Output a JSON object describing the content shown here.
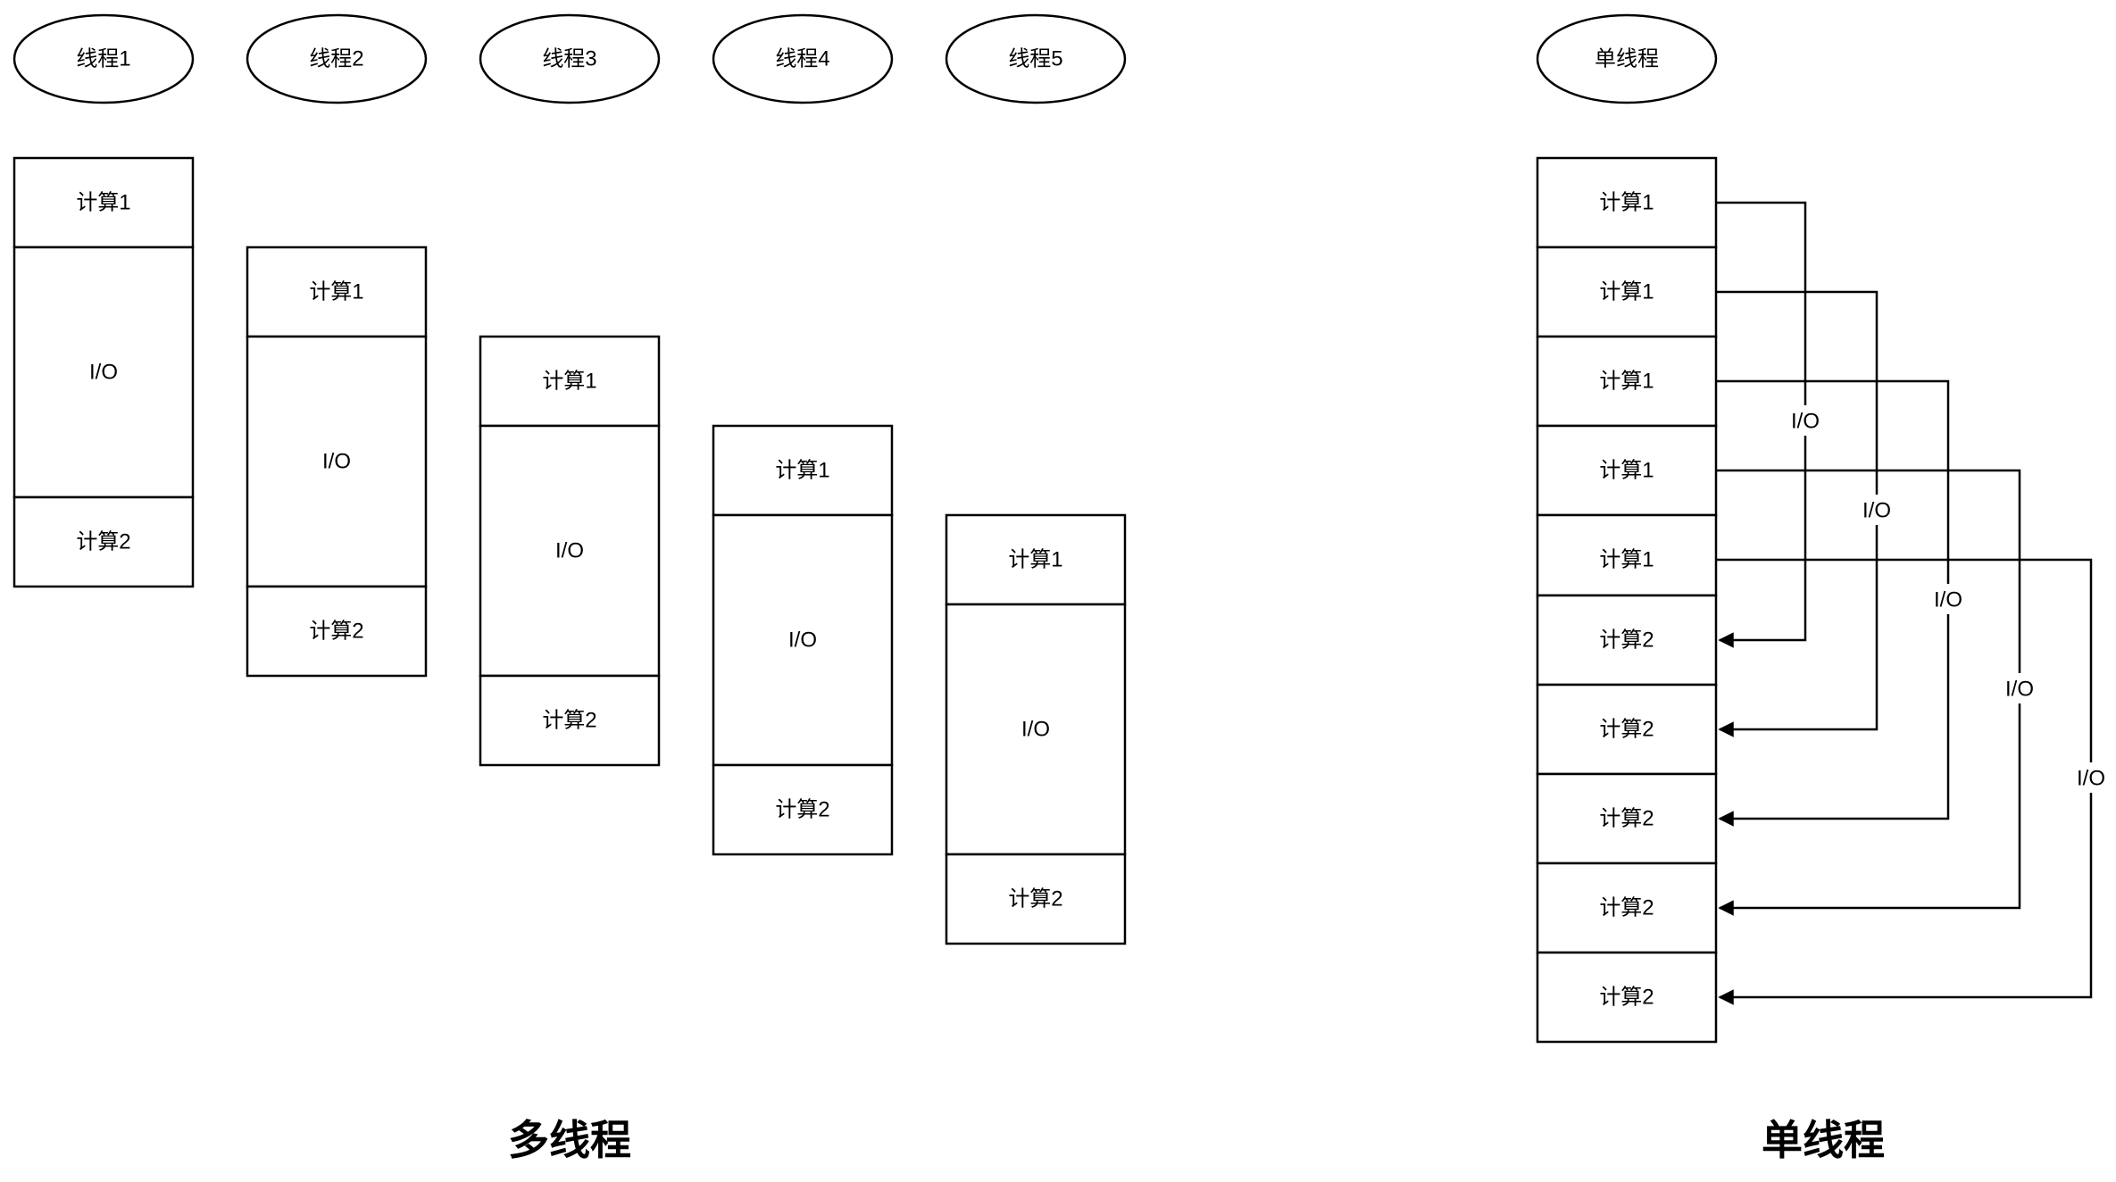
{
  "multi_thread": {
    "title": "多线程",
    "threads": [
      {
        "name": "线程1",
        "compute1": "计算1",
        "io": "I/O",
        "compute2": "计算2"
      },
      {
        "name": "线程2",
        "compute1": "计算1",
        "io": "I/O",
        "compute2": "计算2"
      },
      {
        "name": "线程3",
        "compute1": "计算1",
        "io": "I/O",
        "compute2": "计算2"
      },
      {
        "name": "线程4",
        "compute1": "计算1",
        "io": "I/O",
        "compute2": "计算2"
      },
      {
        "name": "线程5",
        "compute1": "计算1",
        "io": "I/O",
        "compute2": "计算2"
      }
    ]
  },
  "single_thread": {
    "title": "单线程",
    "thread_name": "单线程",
    "compute1_blocks": [
      "计算1",
      "计算1",
      "计算1",
      "计算1",
      "计算1"
    ],
    "compute2_blocks": [
      "计算2",
      "计算2",
      "计算2",
      "计算2",
      "计算2"
    ],
    "io_labels": [
      "I/O",
      "I/O",
      "I/O",
      "I/O",
      "I/O"
    ]
  }
}
